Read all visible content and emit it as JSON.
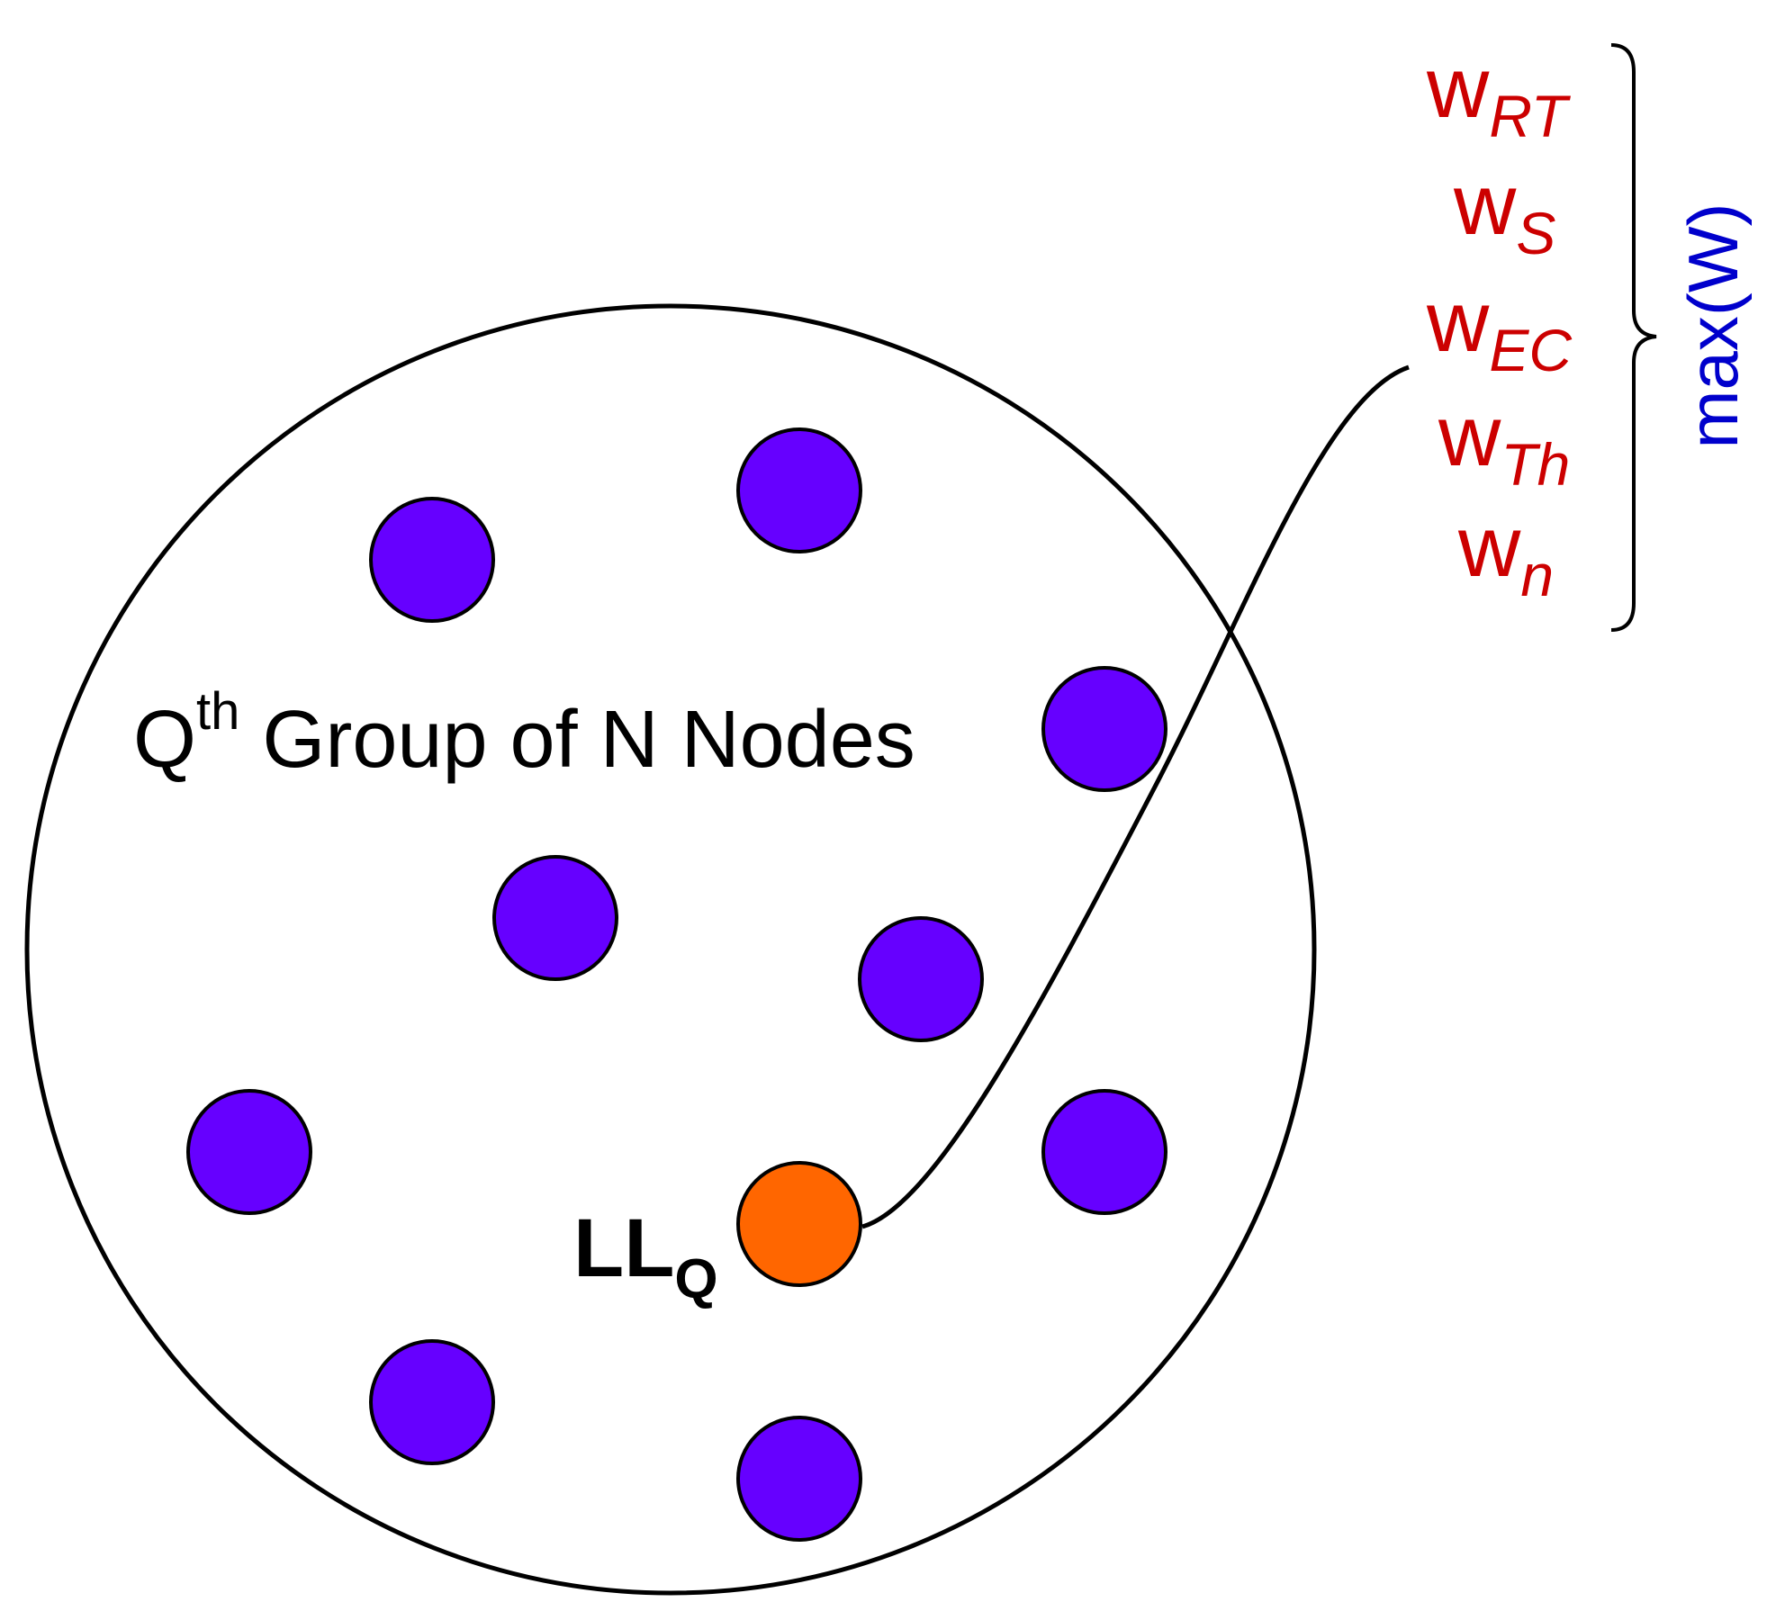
{
  "colors": {
    "node": "#6600ff",
    "leader": "#ff6600",
    "weights": "#cc0000",
    "max": "#0000cc",
    "stroke": "#000000"
  },
  "group_label": {
    "base": "Q",
    "sup": "th",
    "rest": " Group of N Nodes"
  },
  "leader_label": {
    "base": "LL",
    "sub": "Q"
  },
  "weights": [
    {
      "base": "w",
      "sub": "RT"
    },
    {
      "base": "w",
      "sub": "S"
    },
    {
      "base": "w",
      "sub": "EC"
    },
    {
      "base": "w",
      "sub": "Th"
    },
    {
      "base": "w",
      "sub": "n"
    }
  ],
  "max_label": "max(W)"
}
